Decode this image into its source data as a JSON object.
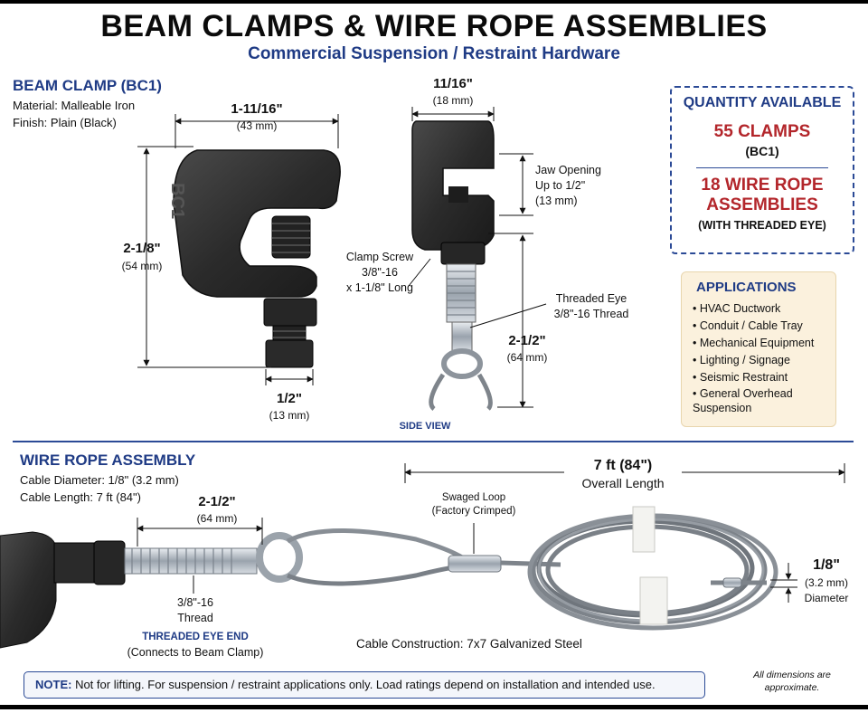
{
  "header": {
    "title": "BEAM CLAMPS & WIRE ROPE ASSEMBLIES",
    "subtitle": "Commercial Suspension / Restraint Hardware"
  },
  "beam_clamp": {
    "heading": "BEAM CLAMP (BC1)",
    "material": "Material: Malleable Iron",
    "finish": "Finish: Plain (Black)",
    "embossed_mark": "BC1",
    "width_dim": "1-11/16\"",
    "width_mm": "(43 mm)",
    "height_dim": "2-1/8\"",
    "height_mm": "(54 mm)",
    "screw_dim": "1/2\"",
    "screw_mm": "(13 mm)"
  },
  "side_view": {
    "top_dim": "11/16\"",
    "top_mm": "(18 mm)",
    "jaw_line1": "Jaw Opening",
    "jaw_line2": "Up to 1/2\"",
    "jaw_line3": "(13 mm)",
    "screw_line1": "Clamp Screw",
    "screw_line2": "3/8\"-16",
    "screw_line3": "x 1-1/8\" Long",
    "eye_line1": "Threaded Eye",
    "eye_line2": "3/8\"-16 Thread",
    "eye_dim": "2-1/2\"",
    "eye_mm": "(64 mm)",
    "caption": "SIDE VIEW"
  },
  "quantity": {
    "title": "QUANTITY AVAILABLE",
    "clamps": "55 CLAMPS",
    "clamps_sub": "(BC1)",
    "ropes_line1": "18 WIRE ROPE",
    "ropes_line2": "ASSEMBLIES",
    "ropes_sub": "(WITH THREADED EYE)"
  },
  "applications": {
    "title": "APPLICATIONS",
    "items": [
      "HVAC Ductwork",
      "Conduit / Cable Tray",
      "Mechanical Equipment",
      "Lighting / Signage",
      "Seismic Restraint",
      "General Overhead Suspension"
    ]
  },
  "wire_rope": {
    "heading": "WIRE ROPE ASSEMBLY",
    "diameter": "Cable Diameter: 1/8\" (3.2 mm)",
    "length": "Cable Length: 7 ft (84\")",
    "eye_dim": "2-1/2\"",
    "eye_mm": "(64 mm)",
    "thread_line1": "3/8\"-16",
    "thread_line2": "Thread",
    "end_title": "THREADED EYE END",
    "end_sub": "(Connects to Beam Clamp)",
    "swage_line1": "Swaged Loop",
    "swage_line2": "(Factory Crimped)",
    "overall_dim": "7 ft (84\")",
    "overall_label": "Overall Length",
    "dia_dim": "1/8\"",
    "dia_mm": "(3.2 mm)",
    "dia_label": "Diameter",
    "construction": "Cable Construction: 7x7  Galvanized Steel"
  },
  "footer": {
    "note_label": "NOTE:",
    "note_text": " Not for lifting. For suspension / restraint applications only. Load ratings depend on installation and intended use.",
    "approx_line1": "All dimensions are",
    "approx_line2": "approximate."
  },
  "colors": {
    "accent_blue": "#1f3b85",
    "accent_red": "#b3262b",
    "iron": "#2a2a2a",
    "steel": "#b8bec6",
    "panel": "#fbf1dd"
  }
}
